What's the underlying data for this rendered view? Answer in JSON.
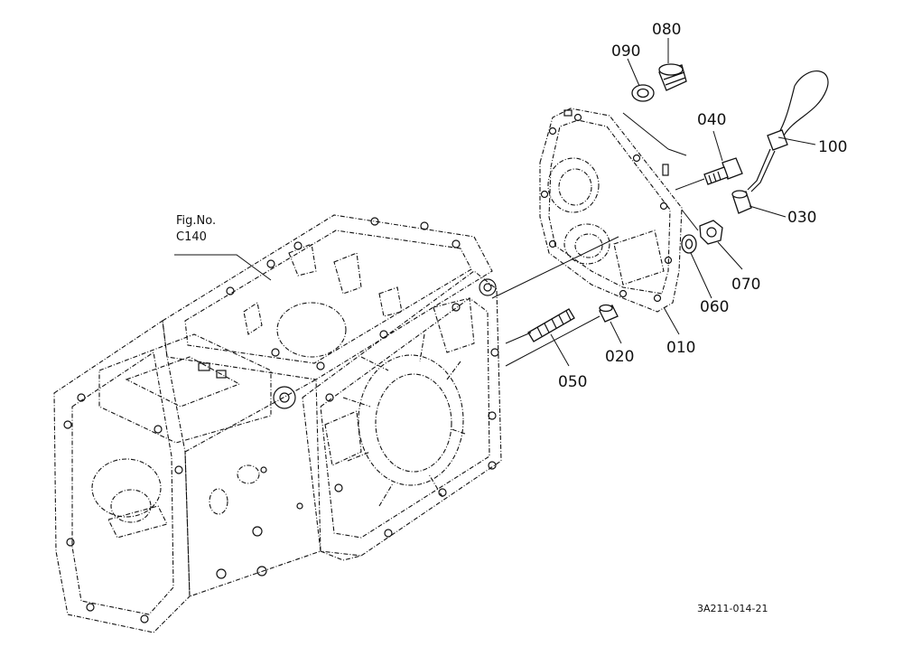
{
  "diagram": {
    "figure_reference": {
      "line1": "Fig.No.",
      "line2": "C140"
    },
    "drawing_code": "3A211-014-21",
    "callouts": [
      {
        "id": "c080",
        "label": "080"
      },
      {
        "id": "c090",
        "label": "090"
      },
      {
        "id": "c040",
        "label": "040"
      },
      {
        "id": "c100",
        "label": "100"
      },
      {
        "id": "c030",
        "label": "030"
      },
      {
        "id": "c070",
        "label": "070"
      },
      {
        "id": "c060",
        "label": "060"
      },
      {
        "id": "c010",
        "label": "010"
      },
      {
        "id": "c020",
        "label": "020"
      },
      {
        "id": "c050",
        "label": "050"
      }
    ]
  }
}
